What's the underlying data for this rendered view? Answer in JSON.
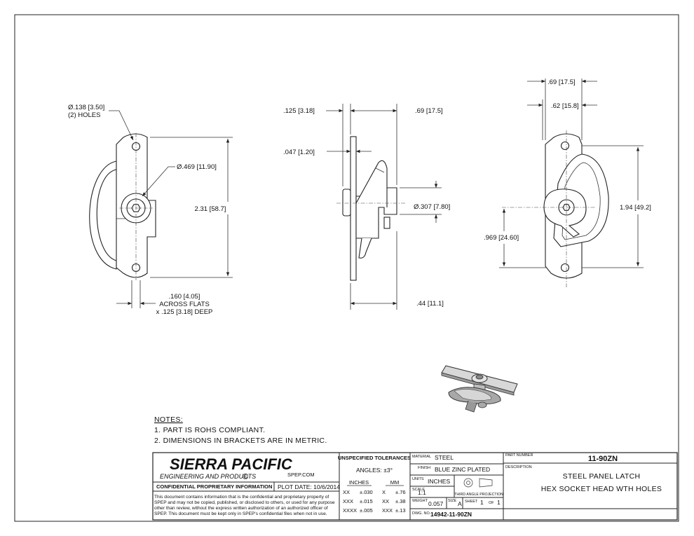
{
  "views": {
    "front": {
      "hole_dia": "Ø.138 [3.50]",
      "hole_count": "(2) HOLES",
      "head_dia": "Ø.469 [11.90]",
      "height": "2.31 [58.7]",
      "flats_1": ".160 [4.05]",
      "flats_2": "ACROSS FLATS",
      "flats_3": "x .125 [3.18] DEEP"
    },
    "side": {
      "flange": ".125 [3.18]",
      "width": ".69 [17.5]",
      "thickness": ".047 [1.20]",
      "stud_dia": "Ø.307 [7.80]",
      "depth": ".44 [11.1]"
    },
    "back": {
      "overall": ".69 [17.5]",
      "inner": ".62 [15.8]",
      "height": "1.94 [49.2]",
      "offset": ".969 [24.60]"
    }
  },
  "notes": {
    "title": "NOTES:",
    "items": [
      "1.   PART IS ROHS COMPLIANT.",
      "2.   DIMENSIONS IN BRACKETS ARE IN METRIC."
    ]
  },
  "title_block": {
    "company": "SIERRA PACIFIC",
    "subtitle": "ENGINEERING AND PRODUCTS",
    "registered": "R",
    "website": "SPEP.COM",
    "confidential_label": "CONFIDENTIAL PROPRIETARY INFORMATION",
    "plot_date": "PLOT DATE:  10/6/2014",
    "legal": [
      "This document contains information that is the confidential and proprietary property of",
      "SPEP and may not be copied, published, or disclosed to others, or used for any purpose",
      "other than review, without the express written authorization of an authorized officer of",
      "SPEP. This document must be kept only in SPEP's confidential files when not in use."
    ],
    "tolerances": {
      "title": "UNSPECIFIED TOLERANCES",
      "angles": "ANGLES: ±3°",
      "inches_label": "INCHES",
      "mm_label": "MM",
      "inches_rows": [
        [
          "XX",
          "±.030"
        ],
        [
          "XXX",
          "±.015"
        ],
        [
          "XXXX",
          "±.005"
        ]
      ],
      "mm_rows": [
        [
          "X",
          "±.76"
        ],
        [
          "XX",
          "±.38"
        ],
        [
          "XXX",
          "±.13"
        ]
      ]
    },
    "material_label": "MATERIAL",
    "material": "STEEL",
    "finish_label": "FINISH",
    "finish": "BLUE ZINC PLATED",
    "units_label": "UNITS",
    "units": "INCHES",
    "projection_label": "THIRD ANGLE PROJECTION",
    "scale_label": "SCALE",
    "scale": "1:1",
    "weight_label": "WEIGHT",
    "weight": "0.057",
    "size_label": "SIZE",
    "size": "A",
    "sheet_label": "SHEET",
    "sheet": "1",
    "of_label": "OF",
    "sheet_total": "1",
    "dwg_label": "DWG. NO.",
    "dwg_no": "14942-11-90ZN",
    "part_number_label": "PART NUMBER",
    "part_number": "11-90ZN",
    "description_label": "DESCRIPTION",
    "description_1": "STEEL PANEL LATCH",
    "description_2": "HEX SOCKET HEAD WTH HOLES"
  }
}
